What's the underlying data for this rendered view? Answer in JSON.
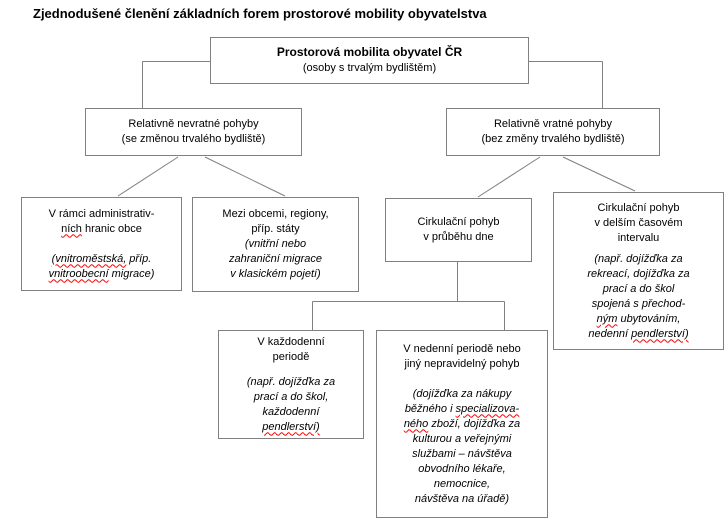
{
  "title": "Zjednodušené členění základních forem prostorové mobility obyvatelstva",
  "colors": {
    "box_border": "#808080",
    "connector": "#808080",
    "text": "#000000",
    "spellcheck_squiggle": "#ff0000"
  },
  "boxes": {
    "root": {
      "label": "Prostorová mobilita obyvatel ČR (osoby s trvalým bydlištěm)",
      "lines": [
        {
          "segs": [
            {
              "t": "Prostorová mobilita obyvatel ČR",
              "b": true
            }
          ]
        },
        {
          "segs": [
            {
              "t": "(osoby s trvalým bydlištěm)"
            }
          ]
        }
      ]
    },
    "l2left": {
      "label": "Relativně nevratné pohyby (se změnou trvalého bydliště)",
      "lines": [
        {
          "segs": [
            {
              "t": "Relativně nevratné pohyby"
            }
          ]
        },
        {
          "segs": [
            {
              "t": "(se změnou trvalého bydliště)"
            }
          ]
        }
      ]
    },
    "l2right": {
      "label": "Relativně vratné pohyby (bez změny trvalého bydliště)",
      "lines": [
        {
          "segs": [
            {
              "t": "Relativně vratné pohyby"
            }
          ]
        },
        {
          "segs": [
            {
              "t": "(bez změny trvalého bydliště)"
            }
          ]
        }
      ]
    },
    "a": {
      "label": "V rámci administrativních hranic obce (vnitroměstská, příp. vnitroobecní migrace)",
      "lines": [
        {
          "segs": [
            {
              "t": "V rámci administrativ-"
            }
          ]
        },
        {
          "segs": [
            {
              "t": "ních",
              "sq": true
            },
            {
              "t": " hranic obce"
            }
          ]
        },
        {
          "blank": true
        },
        {
          "segs": [
            {
              "t": "(vnitroměstská,",
              "i": true,
              "sq": true
            },
            {
              "t": " příp.",
              "i": true
            }
          ]
        },
        {
          "segs": [
            {
              "t": "vnitroobecní",
              "i": true,
              "sq": true
            },
            {
              "t": " migrace)",
              "i": true
            }
          ]
        }
      ]
    },
    "b": {
      "label": "Mezi obcemi, regiony, příp. státy (vnitřní nebo zahraniční migrace v klasickém pojetí)",
      "lines": [
        {
          "segs": [
            {
              "t": "Mezi obcemi, regiony,"
            }
          ]
        },
        {
          "segs": [
            {
              "t": "příp. státy"
            }
          ]
        },
        {
          "segs": [
            {
              "t": "(vnitřní nebo",
              "i": true
            }
          ]
        },
        {
          "segs": [
            {
              "t": "zahraniční migrace",
              "i": true
            }
          ]
        },
        {
          "segs": [
            {
              "t": "v klasickém pojetí)",
              "i": true
            }
          ]
        }
      ]
    },
    "c": {
      "label": "Cirkulační pohyb v průběhu dne",
      "lines": [
        {
          "segs": [
            {
              "t": "Cirkulační pohyb"
            }
          ]
        },
        {
          "segs": [
            {
              "t": "v průběhu dne"
            }
          ]
        }
      ]
    },
    "d": {
      "label": "Cirkulační pohyb v delším časovém intervalu (např. dojížďka za rekreací, dojížďka za prací a do škol spojená s přechodným ubytováním, nedenní pendlerství)",
      "lines": [
        {
          "segs": [
            {
              "t": "Cirkulační pohyb"
            }
          ]
        },
        {
          "segs": [
            {
              "t": "v delším časovém"
            }
          ]
        },
        {
          "segs": [
            {
              "t": "intervalu"
            }
          ]
        },
        {
          "blank": true,
          "h": 6
        },
        {
          "segs": [
            {
              "t": "(např. dojížďka za",
              "i": true
            }
          ]
        },
        {
          "segs": [
            {
              "t": "rekreací, dojížďka za",
              "i": true
            }
          ]
        },
        {
          "segs": [
            {
              "t": "prací a do škol",
              "i": true
            }
          ]
        },
        {
          "segs": [
            {
              "t": "spojená s přechod-",
              "i": true
            }
          ]
        },
        {
          "segs": [
            {
              "t": "ným",
              "i": true,
              "sq": true
            },
            {
              "t": " ubytováním,",
              "i": true
            }
          ]
        },
        {
          "segs": [
            {
              "t": "nedenní ",
              "i": true
            },
            {
              "t": "pendlerství)",
              "i": true,
              "sq": true
            }
          ]
        }
      ]
    },
    "e": {
      "label": "V každodenní periodě (např. dojížďka za prací a do škol, každodenní pendlerství)",
      "lines": [
        {
          "segs": [
            {
              "t": "V každodenní"
            }
          ]
        },
        {
          "segs": [
            {
              "t": "periodě"
            }
          ]
        },
        {
          "blank": true,
          "h": 10
        },
        {
          "segs": [
            {
              "t": "(např. dojížďka za",
              "i": true
            }
          ]
        },
        {
          "segs": [
            {
              "t": "prací a do škol,",
              "i": true
            }
          ]
        },
        {
          "segs": [
            {
              "t": "každodenní",
              "i": true
            }
          ]
        },
        {
          "segs": [
            {
              "t": "pendlerství)",
              "i": true,
              "sq": true
            }
          ]
        }
      ]
    },
    "f": {
      "label": "V nedenní periodě nebo jiný nepravidelný pohyb (dojížďka za nákupy běžného i specializovaného zboží, dojížďka za kulturou a veřejnými službami – návštěva obvodního lékaře, nemocnice, návštěva na úřadě)",
      "lines": [
        {
          "segs": [
            {
              "t": "V nedenní periodě nebo"
            }
          ]
        },
        {
          "segs": [
            {
              "t": "jiný nepravidelný pohyb"
            }
          ]
        },
        {
          "blank": true
        },
        {
          "segs": [
            {
              "t": "(dojížďka za nákupy",
              "i": true
            }
          ]
        },
        {
          "segs": [
            {
              "t": "běžného i ",
              "i": true
            },
            {
              "t": "specializova-",
              "i": true,
              "sq": true
            }
          ]
        },
        {
          "segs": [
            {
              "t": "ného",
              "i": true,
              "sq": true
            },
            {
              "t": " zboží, dojížďka za",
              "i": true
            }
          ]
        },
        {
          "segs": [
            {
              "t": "kulturou a veřejnými",
              "i": true
            }
          ]
        },
        {
          "segs": [
            {
              "t": "službami – návštěva",
              "i": true
            }
          ]
        },
        {
          "segs": [
            {
              "t": "obvodního lékaře,",
              "i": true
            }
          ]
        },
        {
          "segs": [
            {
              "t": "nemocnice,",
              "i": true
            }
          ]
        },
        {
          "segs": [
            {
              "t": "návštěva na úřadě)",
              "i": true
            }
          ]
        }
      ]
    }
  }
}
